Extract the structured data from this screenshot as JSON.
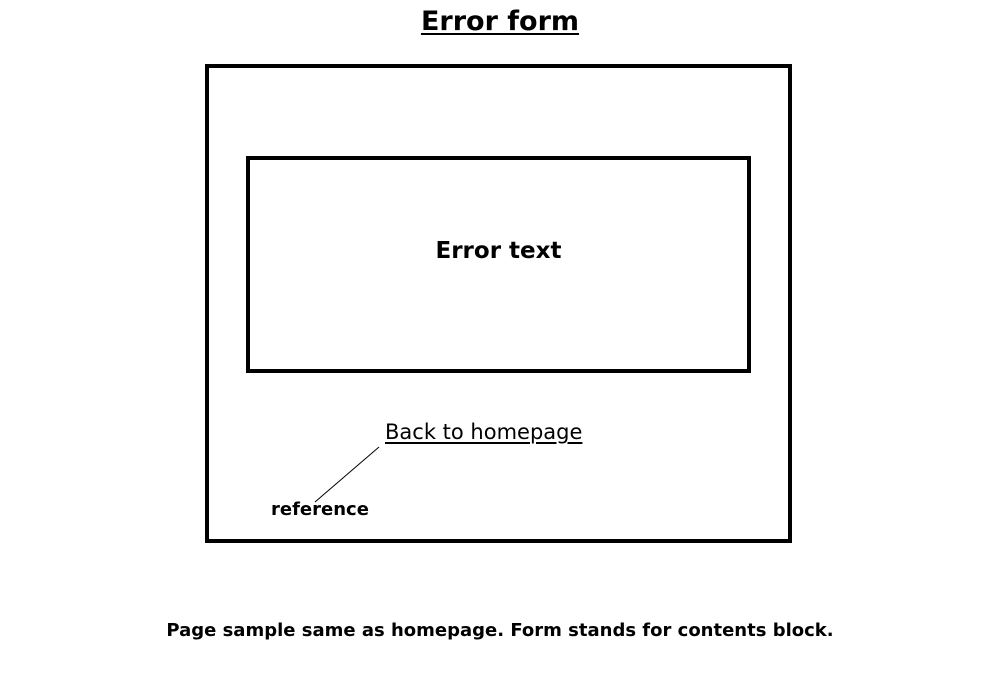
{
  "title": "Error form",
  "content": {
    "error_text": "Error text",
    "back_link": "Back to homepage"
  },
  "annotation": {
    "label": "reference"
  },
  "caption": "Page sample same as homepage. Form stands for contents block."
}
